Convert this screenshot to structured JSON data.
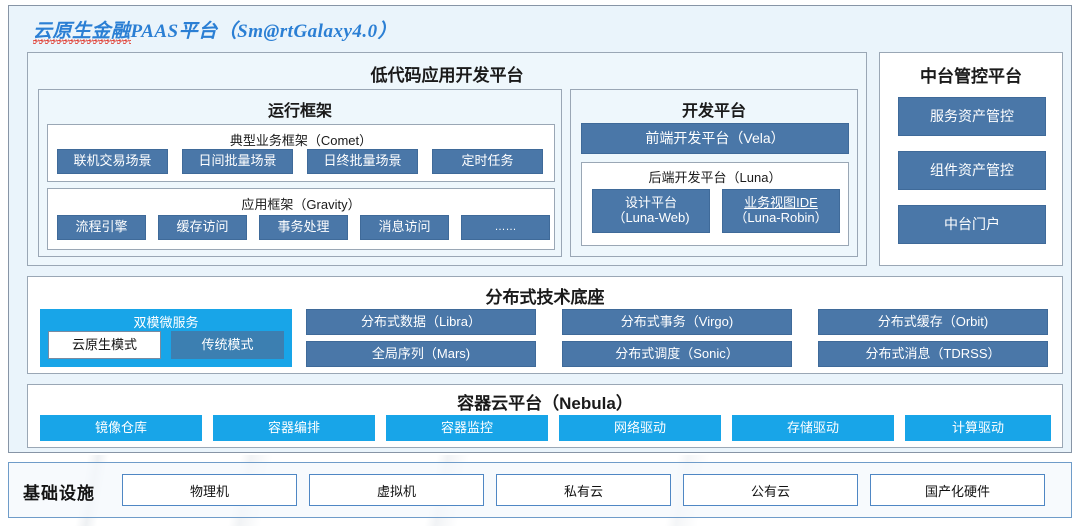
{
  "document": {
    "title_spelled": "云原生金融",
    "title_rest": "PAAS平台（Sm@rtGalaxy4.0）"
  },
  "colors": {
    "panel_bg": "#eaf4fb",
    "panel_border": "#8795a6",
    "chip_blue": "#4a77a8",
    "chip_cyan": "#18a5e8",
    "chip_dark_cyan": "#3c7fb1",
    "title_blue": "#2b7fd4",
    "spellcheck_red": "#e03b2f",
    "infra_border": "#4f87c4"
  },
  "lowcode": {
    "title": "低代码应用开发平台",
    "runtime": {
      "title": "运行框架",
      "comet": {
        "title": "典型业务框架（Comet）",
        "items": [
          "联机交易场景",
          "日间批量场景",
          "日终批量场景",
          "定时任务"
        ]
      },
      "gravity": {
        "title": "应用框架（Gravity）",
        "items": [
          "流程引擎",
          "缓存访问",
          "事务处理",
          "消息访问",
          "……"
        ]
      }
    },
    "devplatform": {
      "title": "开发平台",
      "frontend": "前端开发平台（Vela）",
      "luna": {
        "title": "后端开发平台（Luna）",
        "items": [
          {
            "line1": "设计平台",
            "line2": "（Luna-Web)",
            "underline": false
          },
          {
            "line1": "业务视图IDE",
            "line2": "（Luna-Robin）",
            "underline": true
          }
        ]
      }
    }
  },
  "midplatform": {
    "title": "中台管控平台",
    "items": [
      "服务资产管控",
      "组件资产管控",
      "中台门户"
    ]
  },
  "techbase": {
    "title": "分布式技术底座",
    "dualmode": {
      "title": "双模微服务",
      "items": [
        "云原生模式",
        "传统模式"
      ]
    },
    "items": [
      "分布式数据（Libra）",
      "分布式事务（Virgo)",
      "分布式缓存（Orbit)",
      "全局序列（Mars)",
      "分布式调度（Sonic）",
      "分布式消息（TDRSS）"
    ]
  },
  "containercloud": {
    "title": "容器云平台（Nebula）",
    "items": [
      "镜像仓库",
      "容器编排",
      "容器监控",
      "网络驱动",
      "存储驱动",
      "计算驱动"
    ]
  },
  "infrastructure": {
    "label": "基础设施",
    "items": [
      "物理机",
      "虚拟机",
      "私有云",
      "公有云",
      "国产化硬件"
    ]
  }
}
